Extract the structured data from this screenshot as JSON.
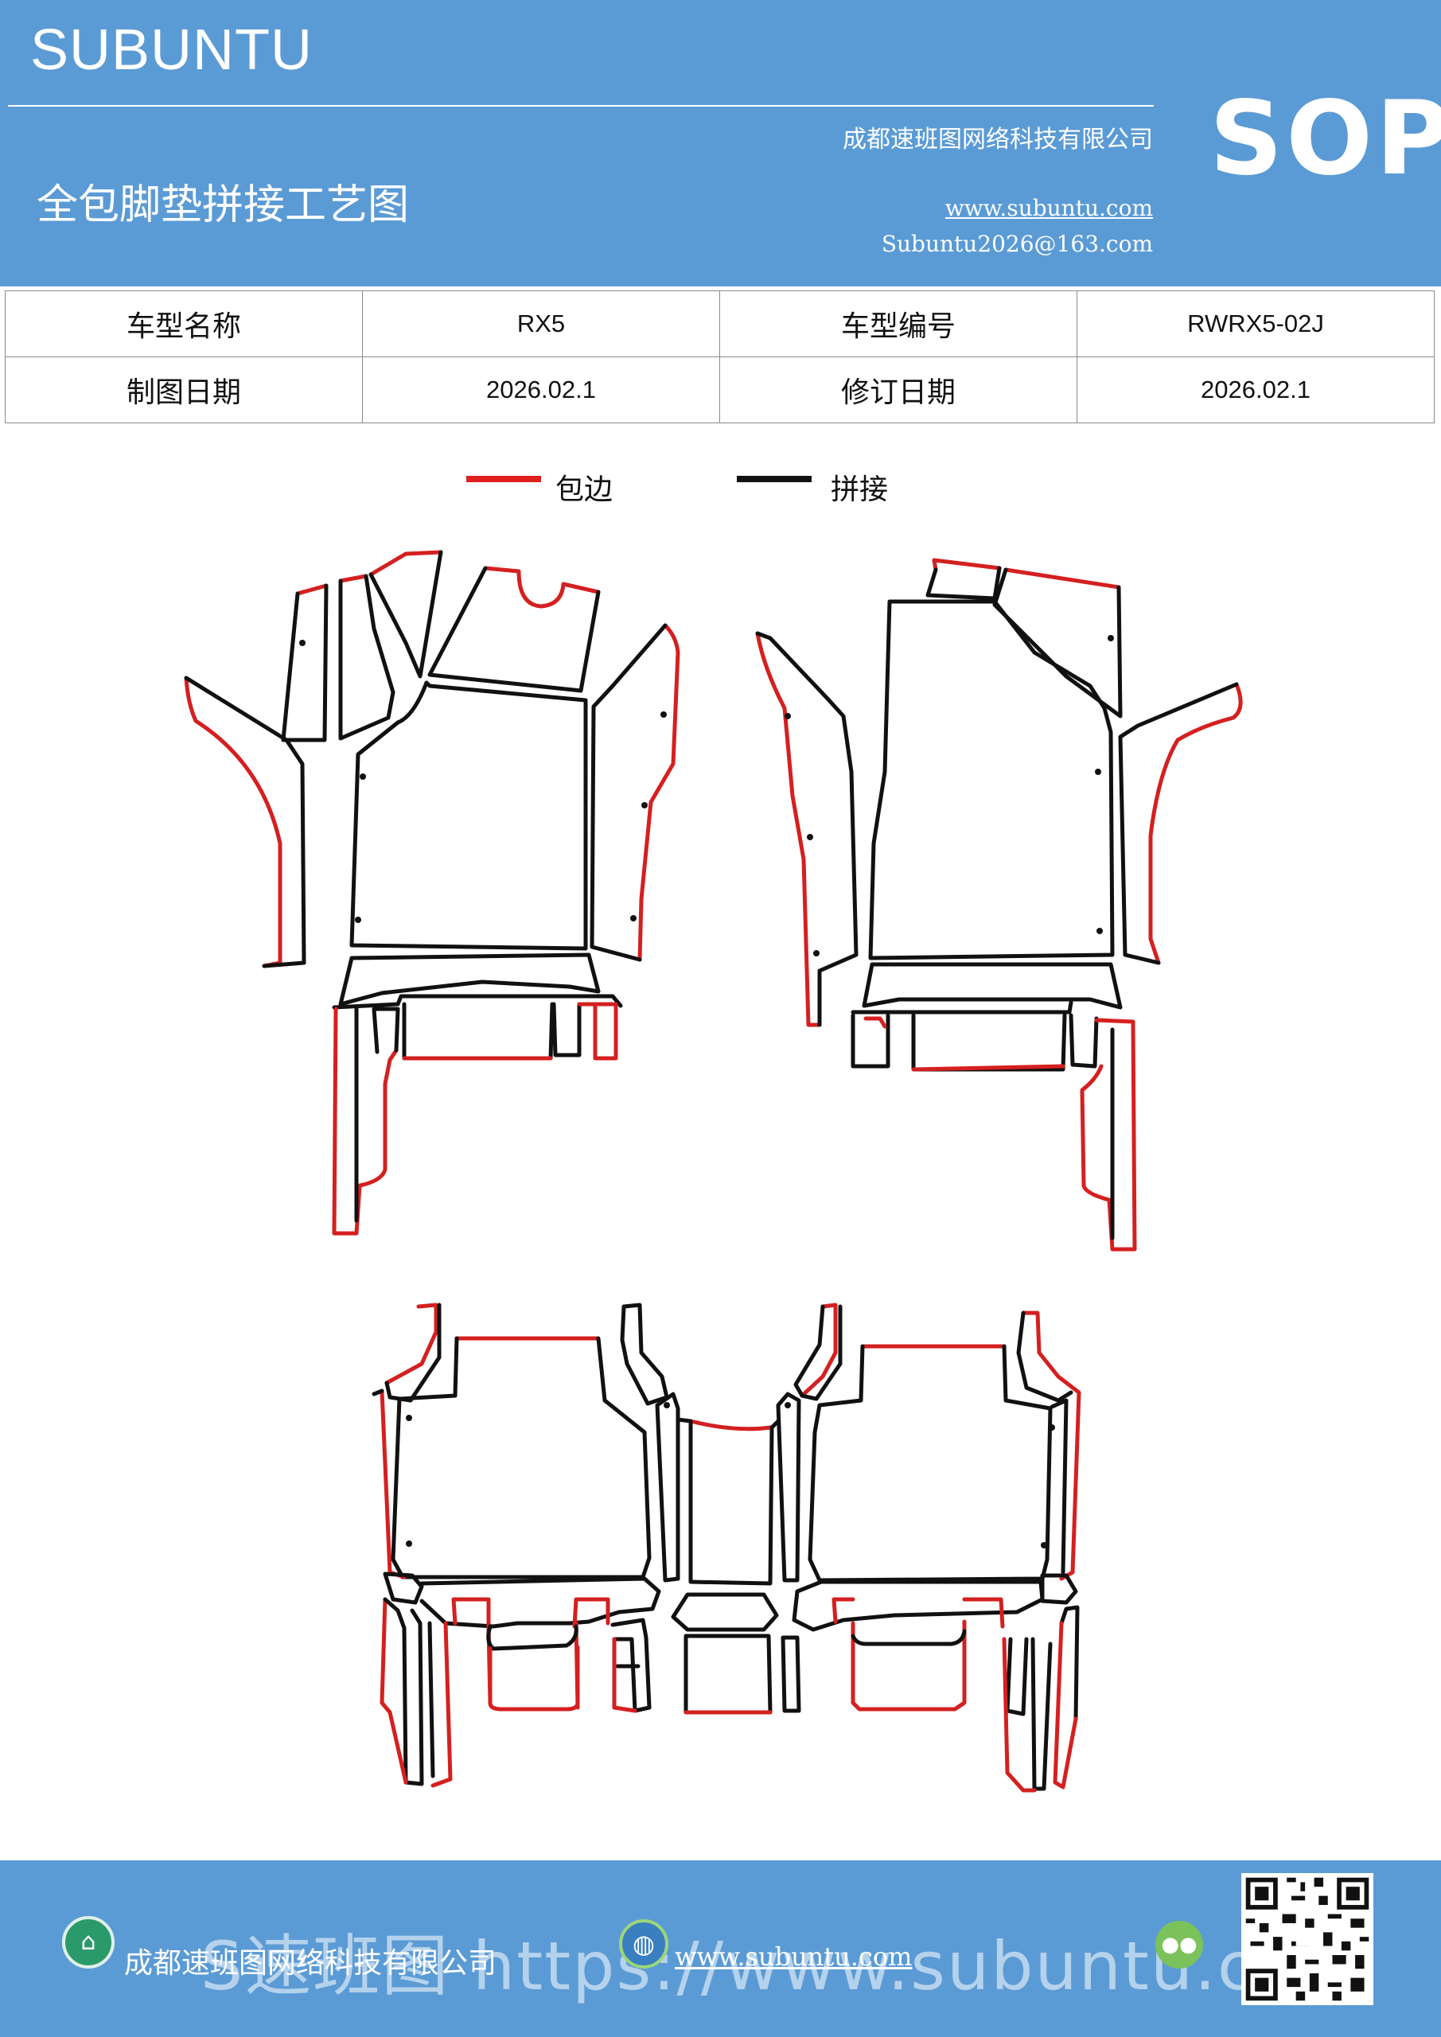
{
  "header": {
    "brand": "SUBUNTU",
    "company": "成都速班图网络科技有限公司",
    "title": "全包脚垫拼接工艺图",
    "website": "www.subuntu.com",
    "email": "Subuntu2026@163.com",
    "badge": "SOP",
    "bg_color": "#5b9bd5"
  },
  "info_table": {
    "rows": [
      [
        "车型名称",
        "RX5",
        "车型编号",
        "RWRX5-02J"
      ],
      [
        "制图日期",
        "2026.02.1",
        "修订日期",
        "2026.02.1"
      ]
    ]
  },
  "legend": {
    "items": [
      {
        "label": "包边",
        "color": "#e0201e"
      },
      {
        "label": "拼接",
        "color": "#111111"
      }
    ]
  },
  "footer": {
    "company": "成都速班图网络科技有限公司",
    "website": "www.subuntu.com",
    "watermark": "S速班图 https://www.subuntu.com",
    "icons": [
      "building-icon",
      "globe-icon",
      "wechat-icon",
      "qr-code"
    ]
  }
}
